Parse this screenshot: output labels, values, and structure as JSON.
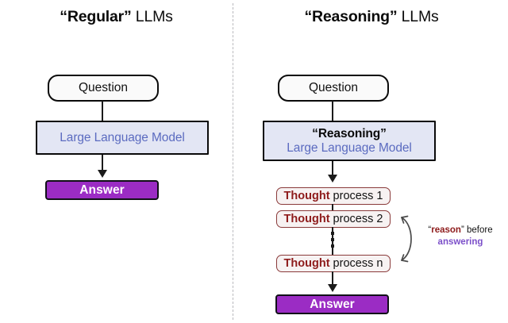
{
  "columns": {
    "left": {
      "title": {
        "quoted": "“Regular”",
        "suffix": " LLMs"
      },
      "question": "Question",
      "model": "Large Language Model",
      "answer": "Answer"
    },
    "right": {
      "title": {
        "quoted": "“Reasoning”",
        "suffix": " LLMs"
      },
      "question": "Question",
      "model_quoted": "“Reasoning”",
      "model": "Large Language Model",
      "thoughts": [
        {
          "tag": "Thought",
          "rest": " process 1"
        },
        {
          "tag": "Thought",
          "rest": " process 2"
        },
        {
          "tag": "Thought",
          "rest": " process n"
        }
      ],
      "ellipsis": "⋮",
      "answer": "Answer",
      "annotation": {
        "reason": "reason",
        "open_quote": "“",
        "close_quote": "”",
        "before": " before",
        "answering": "answering"
      }
    }
  },
  "colors": {
    "llm_fill": "#e3e6f4",
    "llm_text": "#5b6bc0",
    "answer_fill": "#9b2cc4",
    "answer_text": "#ffffff",
    "thought_fill": "#f7f2f2",
    "thought_border": "#8a3a3a",
    "thought_tag": "#8e1b1b",
    "answering_text": "#7b4fc9",
    "stroke": "#1b1b1b",
    "divider": "#b9b9bd",
    "background": "#ffffff"
  }
}
